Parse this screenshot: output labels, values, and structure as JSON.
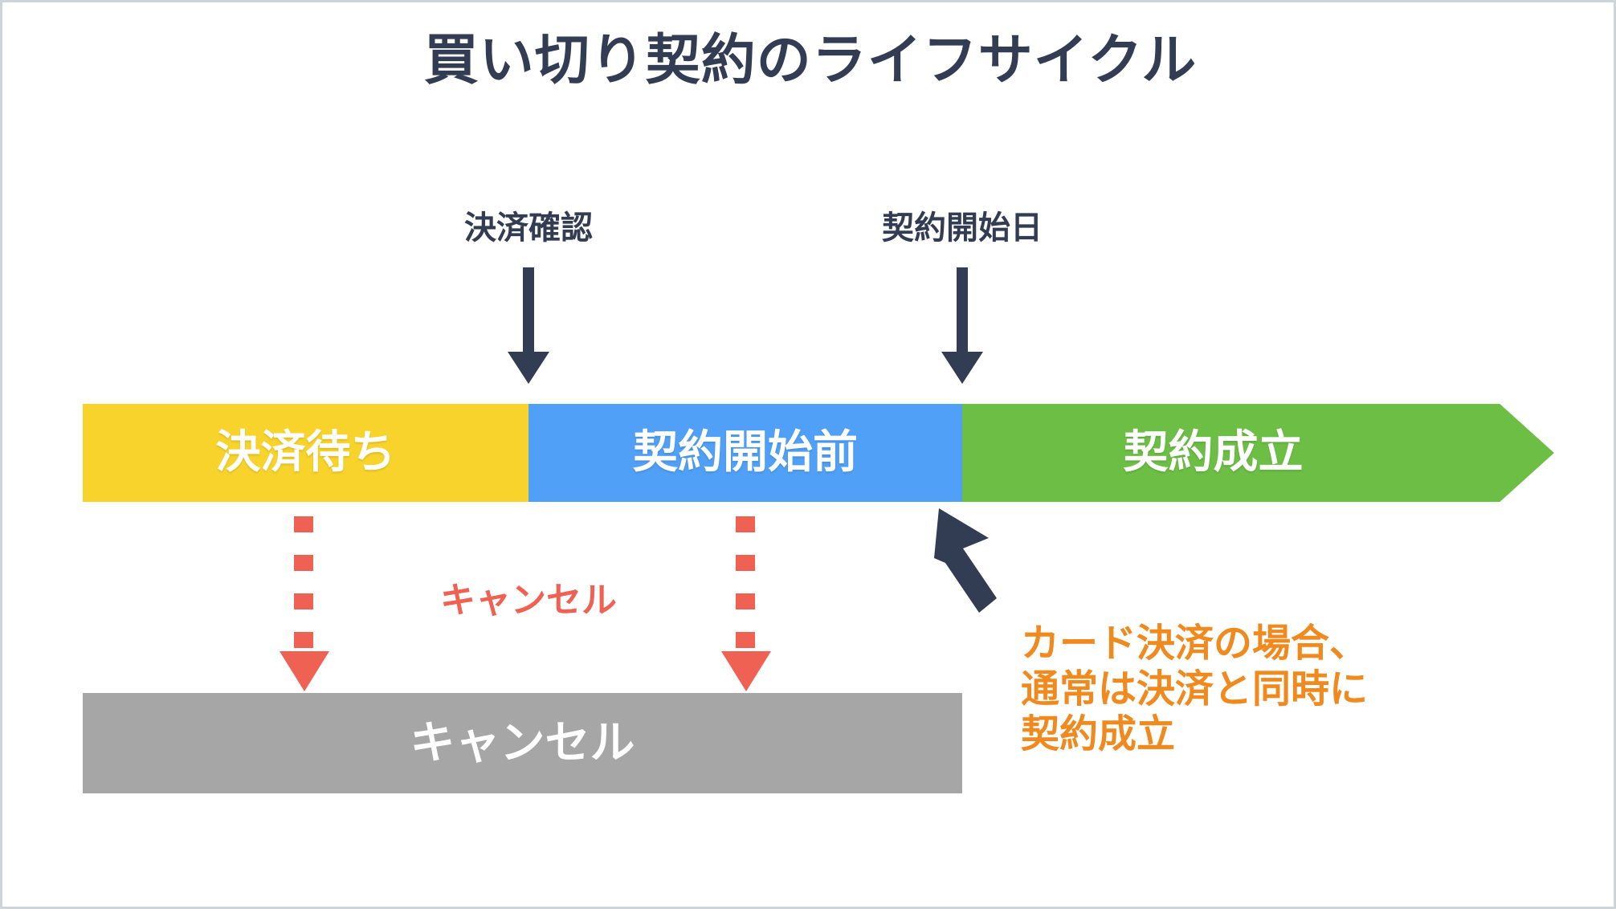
{
  "diagram": {
    "title": "買い切り契約のライフサイクル",
    "colors": {
      "title_text": "#323c52",
      "stage_pending": "#F7D32B",
      "stage_before_start": "#50A0F7",
      "stage_active": "#6CBE45",
      "stage_cancelled": "#A6A6A6",
      "cancel_accent": "#EF6253",
      "note_accent": "#F08A1E",
      "arrow_navy": "#323C52",
      "background": "#FFFFFF"
    },
    "events": [
      {
        "label": "決済確認",
        "marker": "down-arrow"
      },
      {
        "label": "契約開始日",
        "marker": "down-arrow"
      }
    ],
    "stages": [
      {
        "label": "決済待ち",
        "color": "#F7D32B"
      },
      {
        "label": "契約開始前",
        "color": "#50A0F7"
      },
      {
        "label": "契約成立",
        "color": "#6CBE45"
      }
    ],
    "cancel_flow": {
      "transition_label": "キャンセル",
      "state_label": "キャンセル",
      "state_color": "#A6A6A6",
      "arrow_count": 2
    },
    "note": {
      "lines": [
        "カード決済の場合、",
        "通常は決済と同時に",
        "契約成立"
      ],
      "line_1": "カード決済の場合、",
      "line_2": "通常は決済と同時に",
      "line_3": "契約成立",
      "color": "#F08A1E",
      "points_to": "契約成立"
    }
  }
}
